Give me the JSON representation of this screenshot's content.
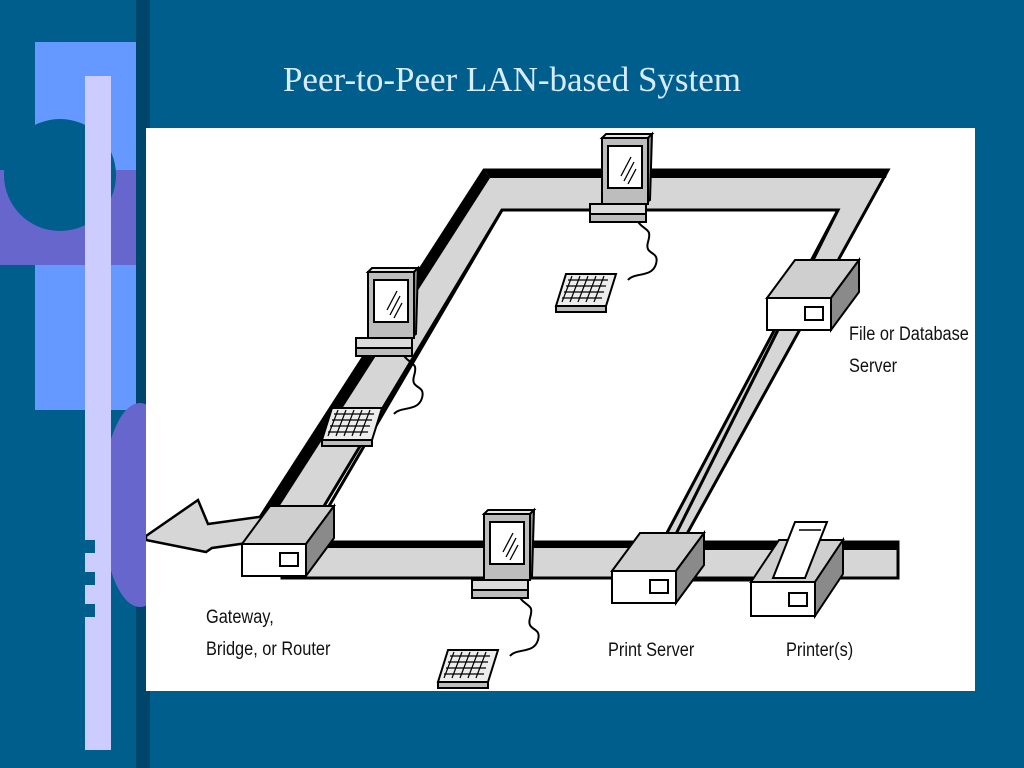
{
  "slide": {
    "title": "Peer-to-Peer LAN-based System",
    "colors": {
      "background": "#005e8c",
      "title_text": "#d8ecff",
      "panel": "#ffffff",
      "accent_light_blue": "#6699ff",
      "accent_lavender": "#ccccff",
      "accent_purple": "#6666cc"
    }
  },
  "diagram": {
    "labels": {
      "file_server_line1": "File or Database",
      "file_server_line2": "Server",
      "gateway_line1": "Gateway,",
      "gateway_line2": "Bridge, or Router",
      "print_server": "Print Server",
      "printer": "Printer(s)"
    }
  }
}
